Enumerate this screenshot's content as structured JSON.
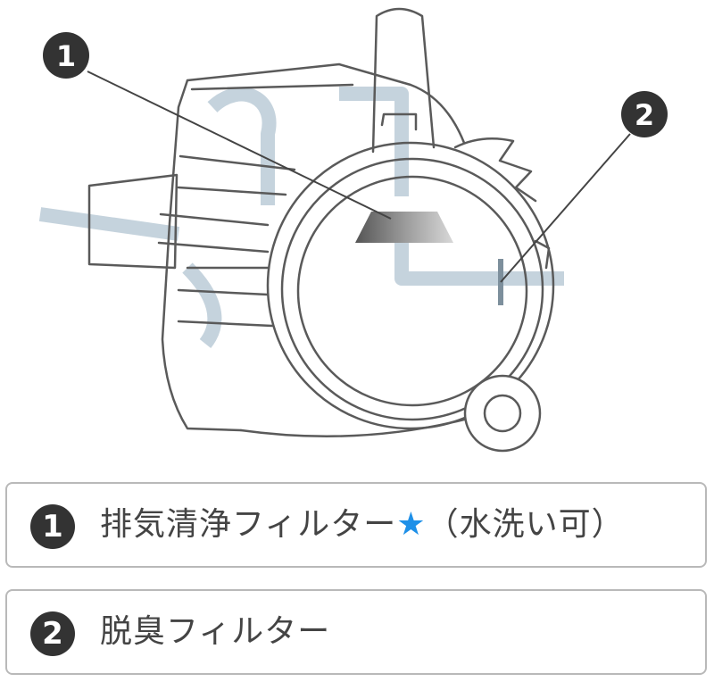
{
  "callouts": [
    {
      "number": "1",
      "label": "排気清浄フィルター",
      "star": "★",
      "note": "（水洗い可）"
    },
    {
      "number": "2",
      "label": "脱臭フィルター"
    }
  ],
  "colors": {
    "outline": "#5a5a5a",
    "airflow": "#c5d3dd",
    "badge": "#333333",
    "star": "#1e90e8",
    "legend_border": "#b9b9b9"
  }
}
